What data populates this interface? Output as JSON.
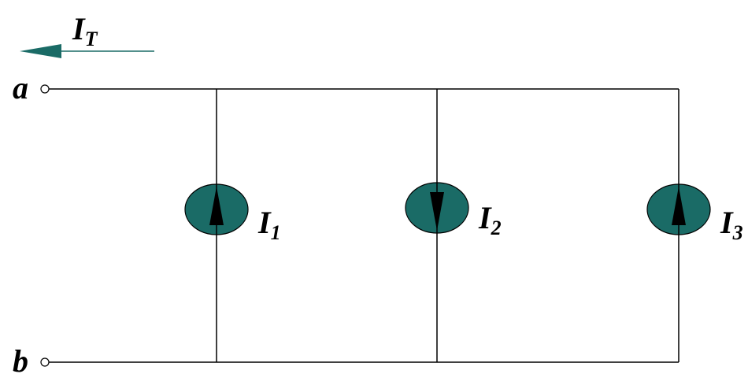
{
  "colors": {
    "source_fill": "#1a6b66",
    "wire": "#000000",
    "arrow": "#1a6b66"
  },
  "total_current": {
    "main": "I",
    "sub": "T"
  },
  "terminals": {
    "a": "a",
    "b": "b"
  },
  "sources": [
    {
      "main": "I",
      "sub": "1",
      "direction": "up"
    },
    {
      "main": "I",
      "sub": "2",
      "direction": "down"
    },
    {
      "main": "I",
      "sub": "3",
      "direction": "up"
    }
  ]
}
